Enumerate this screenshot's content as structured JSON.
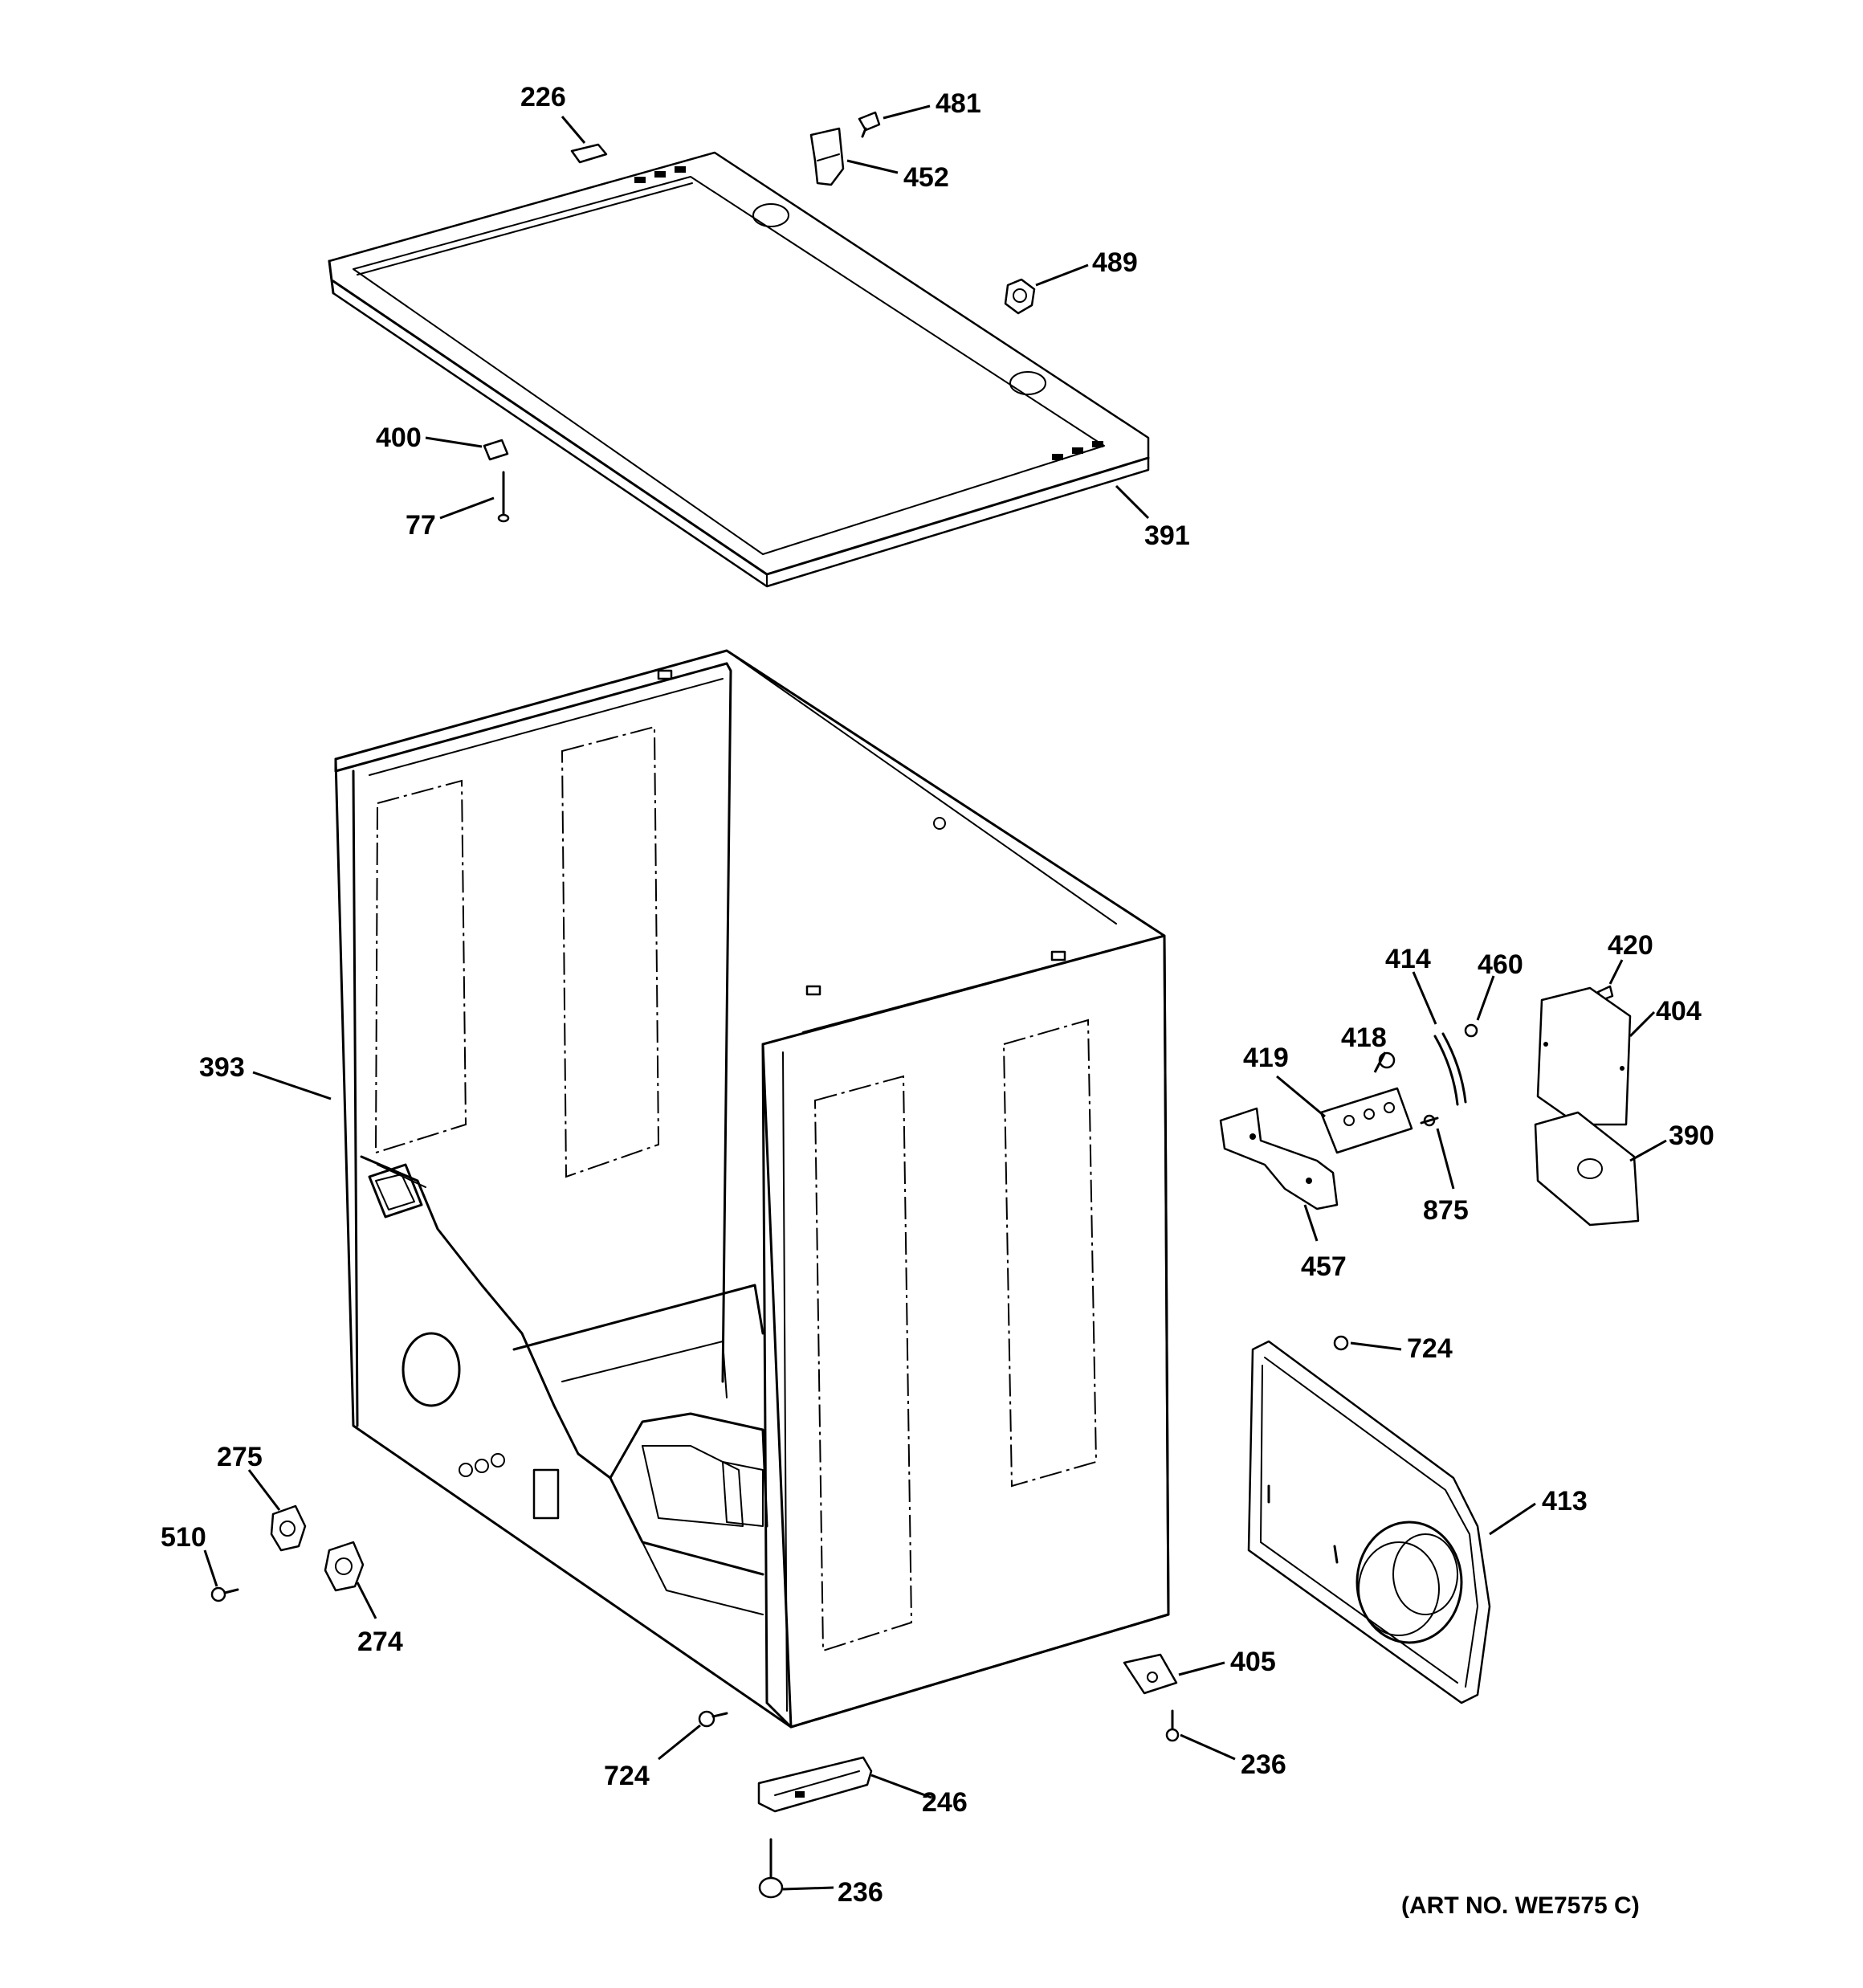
{
  "labels": {
    "p226": "226",
    "p481": "481",
    "p452": "452",
    "p489": "489",
    "p400": "400",
    "p77": "77",
    "p391": "391",
    "p393": "393",
    "p414": "414",
    "p460": "460",
    "p420": "420",
    "p404": "404",
    "p418": "418",
    "p419": "419",
    "p875": "875",
    "p390": "390",
    "p457": "457",
    "p724_right": "724",
    "p413": "413",
    "p275": "275",
    "p510": "510",
    "p274": "274",
    "p405": "405",
    "p236_right": "236",
    "p724_bottom": "724",
    "p246": "246",
    "p236_bottom": "236"
  },
  "art_number": "(ART NO. WE7575 C)"
}
